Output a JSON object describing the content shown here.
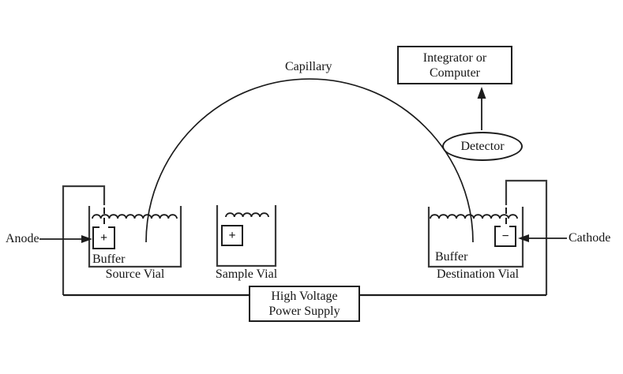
{
  "colors": {
    "ink": "#1c1c1c",
    "background": "#ffffff"
  },
  "labels": {
    "capillary": "Capillary",
    "anode": "Anode",
    "cathode": "Cathode"
  },
  "detector": {
    "label": "Detector"
  },
  "integrator_box": {
    "line1": "Integrator or",
    "line2": "Computer"
  },
  "power_supply_box": {
    "line1": "High Voltage",
    "line2": "Power Supply"
  },
  "vials": {
    "source": {
      "name": "Source Vial",
      "buffer": "Buffer",
      "electrode_symbol": "+"
    },
    "sample": {
      "name": "Sample Vial",
      "electrode_symbol": "+"
    },
    "destination": {
      "name": "Destination Vial",
      "buffer": "Buffer",
      "electrode_symbol": "−"
    }
  }
}
